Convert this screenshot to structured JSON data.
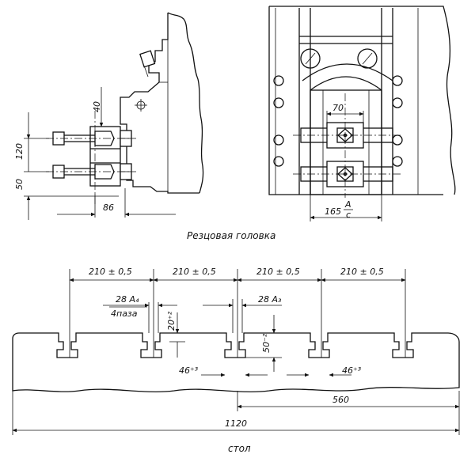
{
  "head": {
    "caption": "Резцовая головка",
    "dim_40": "40",
    "dim_120": "120",
    "dim_50": "50",
    "dim_86": "86",
    "dim_70": "70",
    "dim_165": "165",
    "fit_top": "A",
    "fit_bottom": "c"
  },
  "table": {
    "caption": "стол",
    "pitch_dims": [
      "210 ± 0,5",
      "210 ± 0,5",
      "210 ± 0,5",
      "210 ± 0,5"
    ],
    "slot_left_label": "28 A₄",
    "slot_left_sub": "4паза",
    "slot_right_label": "28 A₃",
    "dim_20": "20⁺²",
    "dim_50": "50⁻²",
    "dim_46_left": "46⁺³",
    "dim_46_right": "46⁺³",
    "dim_560": "560",
    "dim_1120": "1120"
  }
}
